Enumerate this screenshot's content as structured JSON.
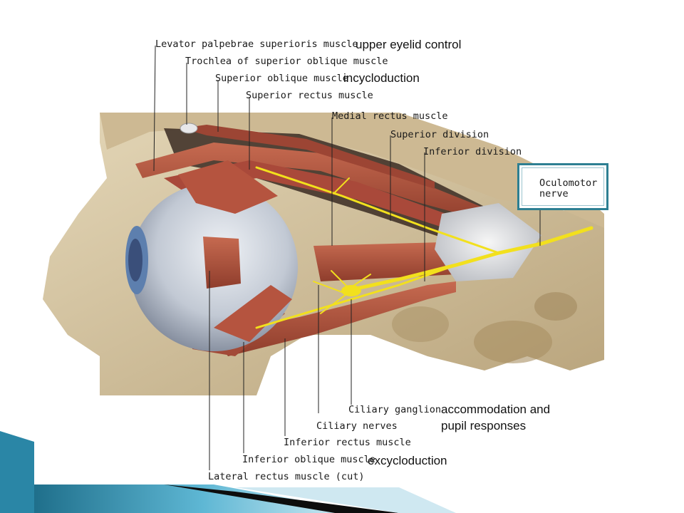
{
  "labels": {
    "levator": "Levator palpebrae superioris muscle",
    "trochlea": "Trochlea of superior oblique muscle",
    "superior_oblique": "Superior oblique muscle",
    "superior_rectus": "Superior rectus muscle",
    "medial_rectus": "Medial rectus muscle",
    "superior_division": "Superior division",
    "inferior_division": "Inferior division",
    "oculomotor_line1": "Oculomotor",
    "oculomotor_line2": "nerve",
    "ciliary_ganglion": "Ciliary ganglion",
    "ciliary_nerves": "Ciliary nerves",
    "inferior_rectus": "Inferior rectus muscle",
    "inferior_oblique": "Inferior oblique muscle",
    "lateral_rectus": "Lateral rectus  muscle (cut)"
  },
  "annotations": {
    "upper_eyelid": "upper eyelid control",
    "incycloduction": "incycloduction",
    "accommodation_line1": "accommodation and",
    "accommodation_line2": "pupil responses",
    "excycloduction": "excycloduction"
  },
  "colors": {
    "accent_teal": "#2d7f92",
    "bone": "#d9c9a6",
    "muscle": "#b5543f",
    "nerve": "#f2e01d",
    "eyeball": "#c7ced9"
  }
}
